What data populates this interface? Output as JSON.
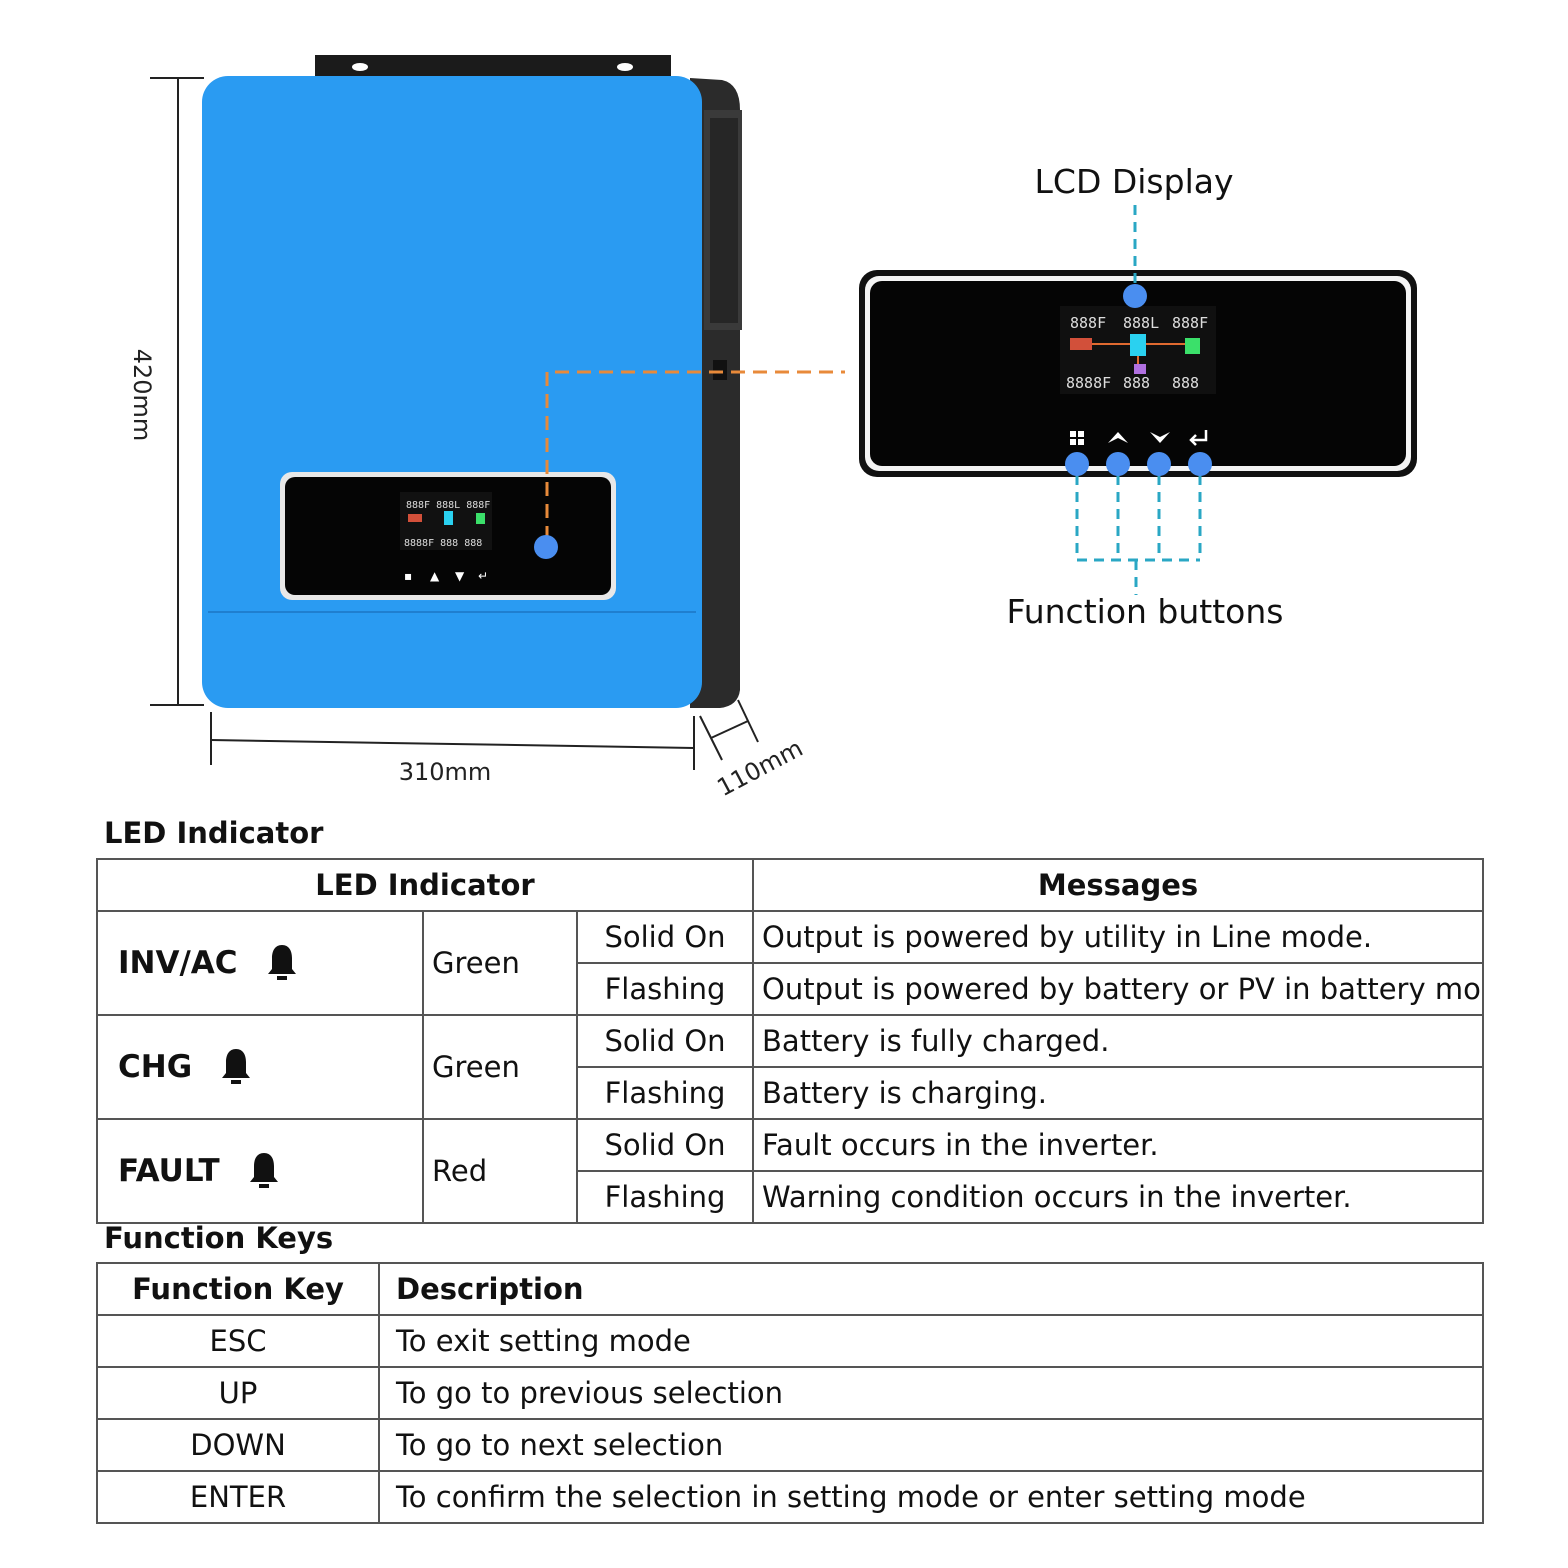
{
  "dimensions": {
    "height": "420mm",
    "width": "310mm",
    "depth": "110mm"
  },
  "callouts": {
    "lcd_display": "LCD Display",
    "function_buttons": "Function buttons"
  },
  "lcd_segments": [
    "888F",
    "888L",
    "888F",
    "8888F",
    "888",
    "888"
  ],
  "colors": {
    "device_blue": "#2a9bf2",
    "dashed_orange": "#e88a3a",
    "dashed_teal": "#2aa7c4",
    "button_blue": "#4a8ef0"
  },
  "led_section": {
    "title": "LED Indicator",
    "headers": {
      "indicator": "LED Indicator",
      "messages": "Messages"
    },
    "groups": [
      {
        "name": "INV/AC",
        "color": "Green",
        "rows": [
          {
            "state": "Solid On",
            "message": "Output is powered by utility in Line mode."
          },
          {
            "state": "Flashing",
            "message": "Output is powered by battery or PV in battery mode."
          }
        ]
      },
      {
        "name": "CHG",
        "color": "Green",
        "rows": [
          {
            "state": "Solid On",
            "message": "Battery is fully charged."
          },
          {
            "state": "Flashing",
            "message": "Battery is charging."
          }
        ]
      },
      {
        "name": "FAULT",
        "color": "Red",
        "rows": [
          {
            "state": "Solid On",
            "message": "Fault occurs in the inverter."
          },
          {
            "state": "Flashing",
            "message": "Warning condition occurs in the inverter."
          }
        ]
      }
    ]
  },
  "function_section": {
    "title": "Function Keys",
    "headers": {
      "key": "Function Key",
      "description": "Description"
    },
    "rows": [
      {
        "key": "ESC",
        "description": "To exit setting mode"
      },
      {
        "key": "UP",
        "description": "To go to previous selection"
      },
      {
        "key": "DOWN",
        "description": "To go to next selection"
      },
      {
        "key": "ENTER",
        "description": "To confirm the selection in setting mode or enter setting mode"
      }
    ]
  }
}
